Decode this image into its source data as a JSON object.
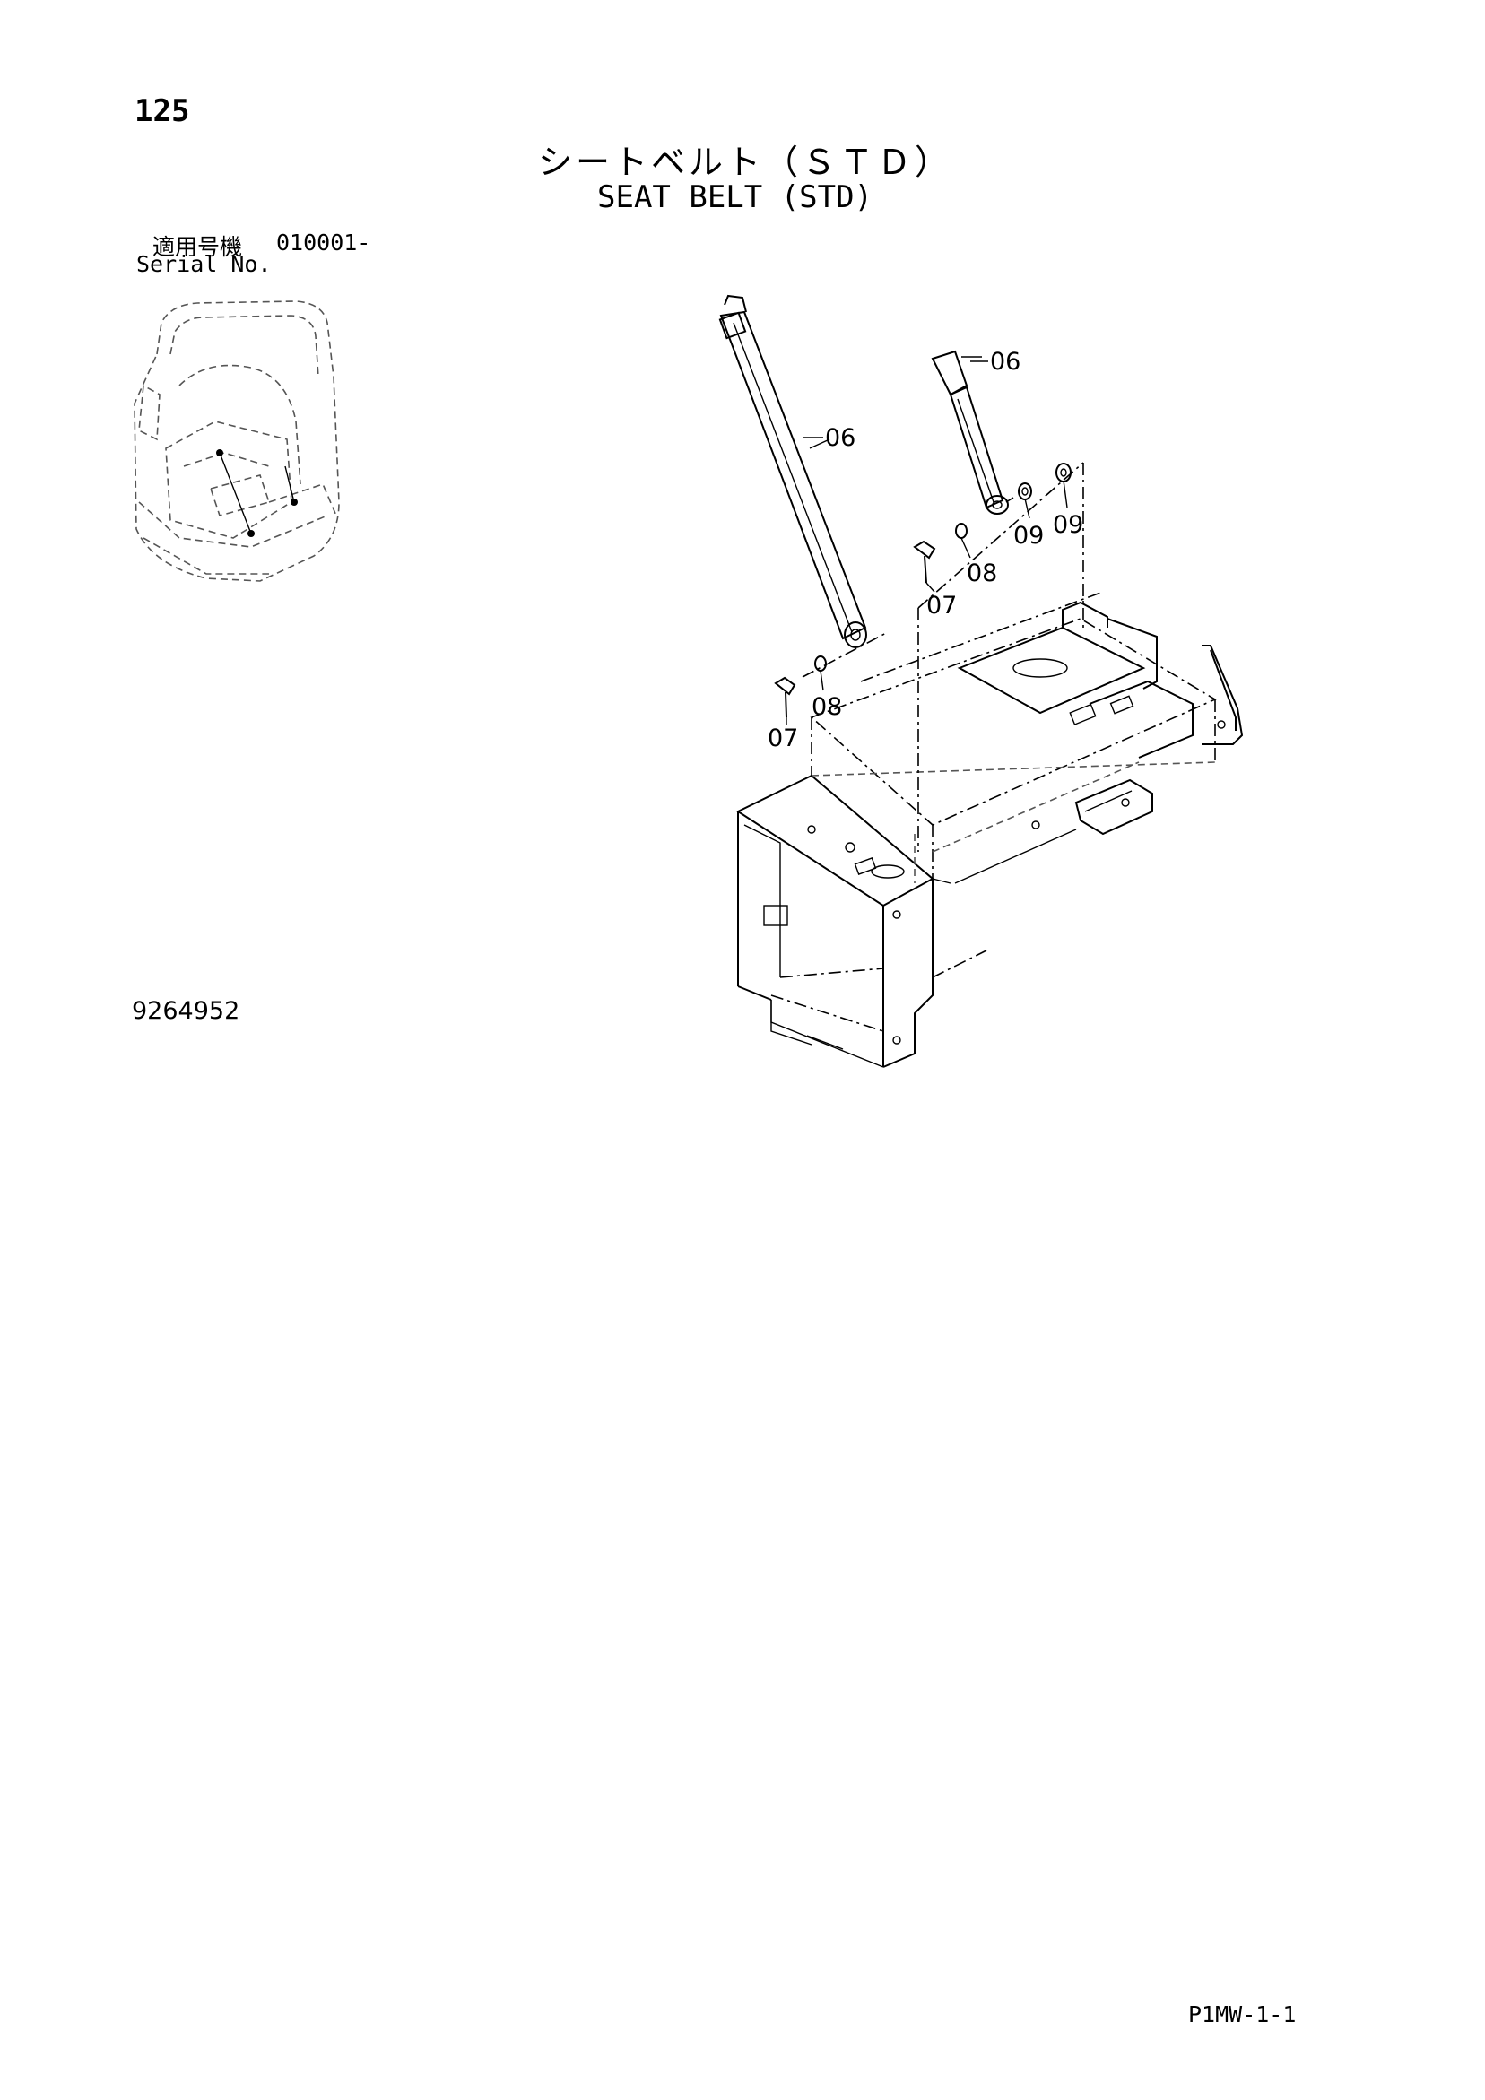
{
  "header": {
    "page_number": "125",
    "title_jp": "シートベルト（ＳＴＤ）",
    "title_en": "SEAT BELT (STD)"
  },
  "serial": {
    "label_jp": "適用号機",
    "value": "010001-",
    "label_en": "Serial No."
  },
  "callouts": {
    "belt_long": "06",
    "belt_short": "06",
    "washer_a": "09",
    "washer_b": "09",
    "bolt_upper": "07",
    "lockwasher_upper": "08",
    "bolt_lower": "07",
    "lockwasher_lower": "08"
  },
  "footer": {
    "drawing_number": "9264952",
    "page_code": "P1MW-1-1"
  }
}
